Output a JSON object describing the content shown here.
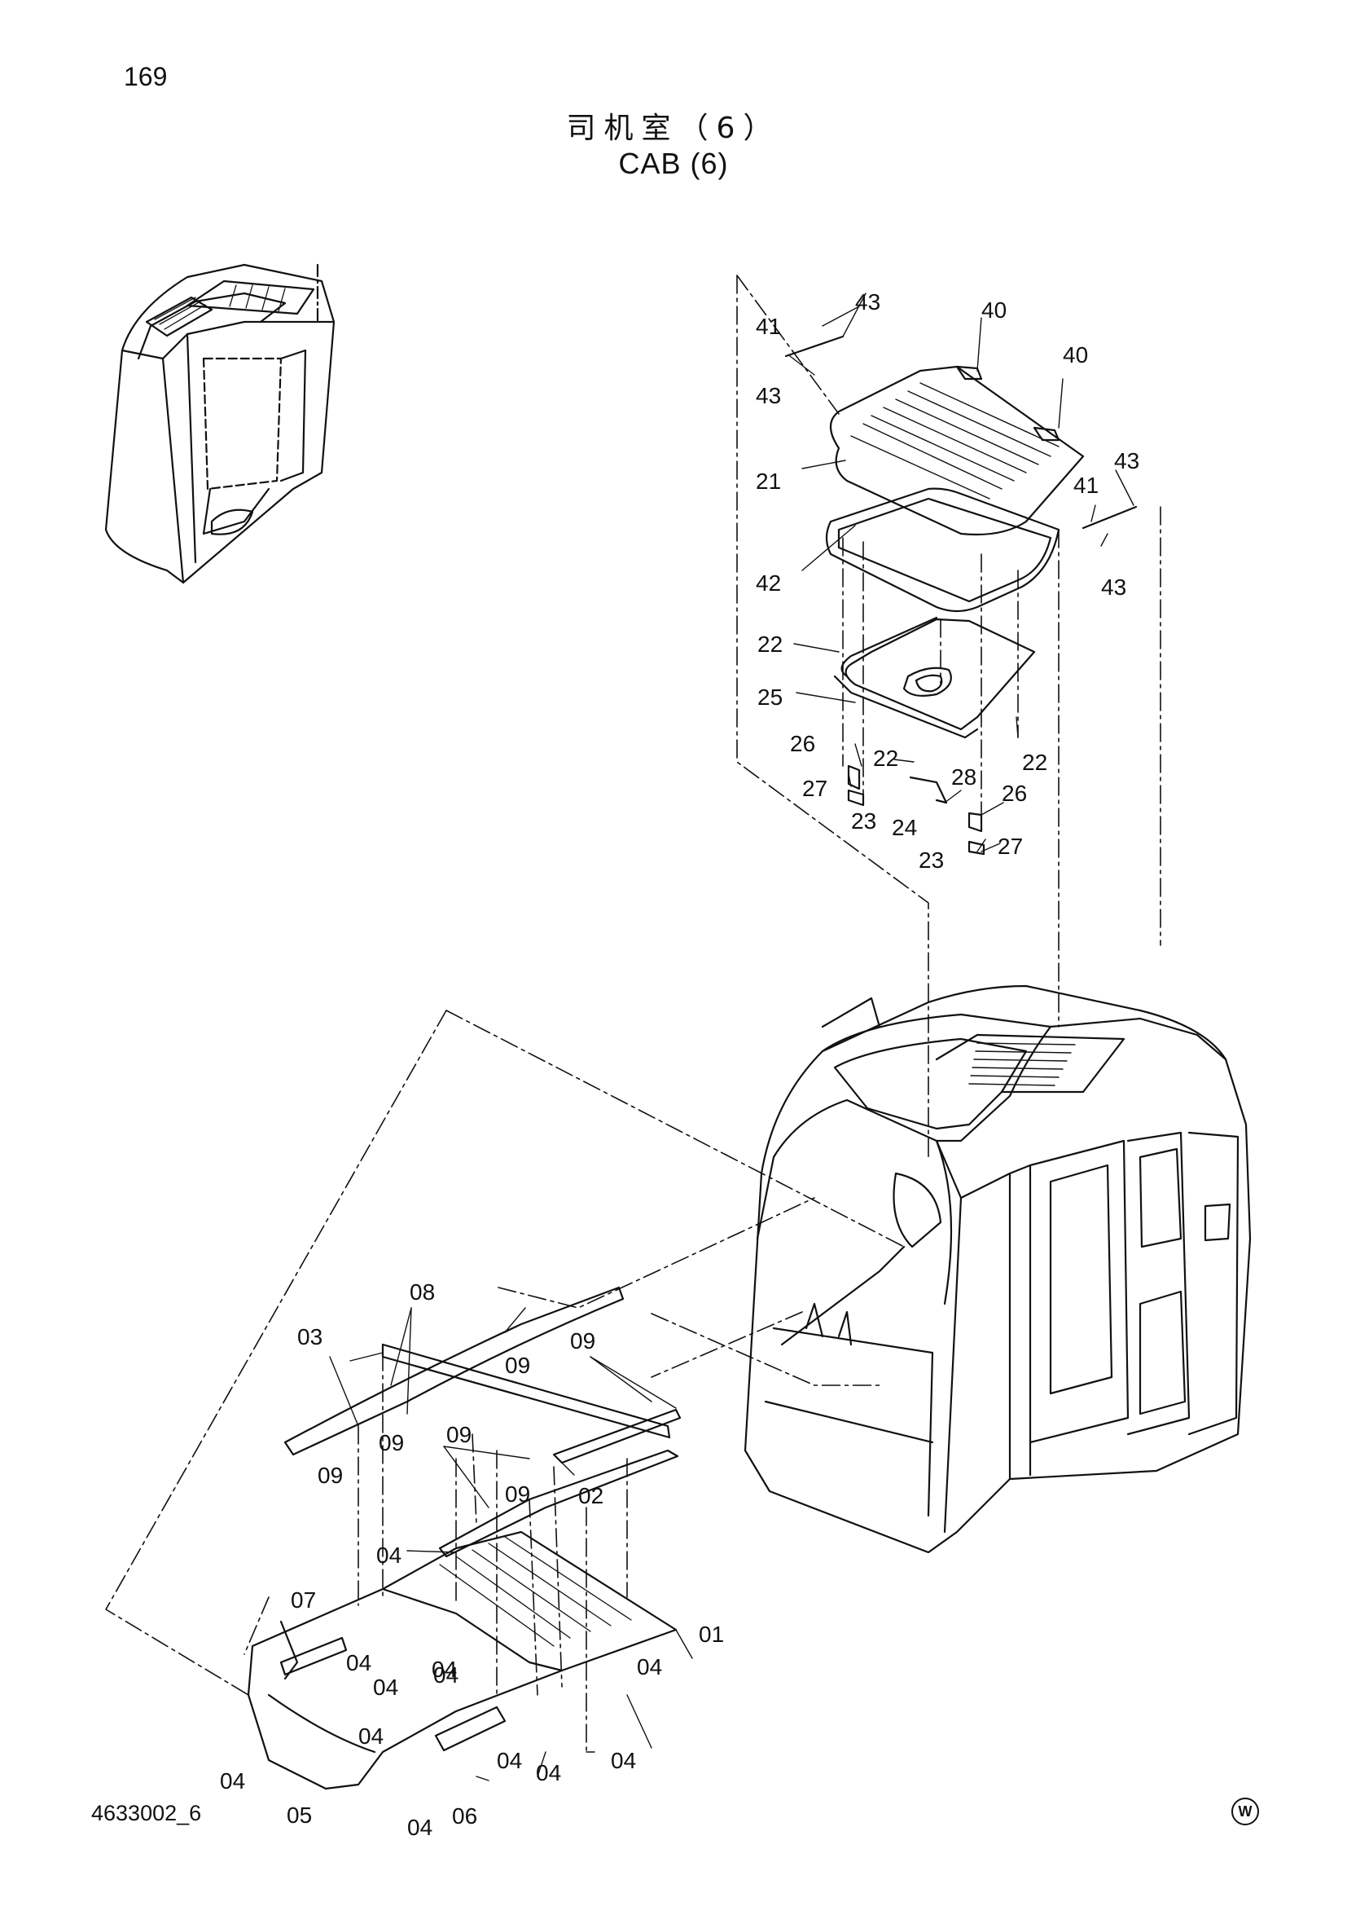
{
  "page": {
    "page_number": "169",
    "title_cn": "司机室（6）",
    "title_en": "CAB (6)",
    "drawing_code": "4633002_6",
    "corner_mark": "W"
  },
  "callouts": [
    {
      "id": "c01",
      "text": "01"
    },
    {
      "id": "c02",
      "text": "02"
    },
    {
      "id": "c03",
      "text": "03"
    },
    {
      "id": "c04a",
      "text": "04"
    },
    {
      "id": "c04b",
      "text": "04"
    },
    {
      "id": "c04c",
      "text": "04"
    },
    {
      "id": "c04d",
      "text": "04"
    },
    {
      "id": "c04e",
      "text": "04"
    },
    {
      "id": "c04f",
      "text": "04"
    },
    {
      "id": "c04g",
      "text": "04"
    },
    {
      "id": "c04h",
      "text": "04"
    },
    {
      "id": "c04i",
      "text": "04"
    },
    {
      "id": "c04j",
      "text": "04"
    },
    {
      "id": "c04k",
      "text": "04"
    },
    {
      "id": "c04l",
      "text": "04"
    },
    {
      "id": "c05",
      "text": "05"
    },
    {
      "id": "c06",
      "text": "06"
    },
    {
      "id": "c07",
      "text": "07"
    },
    {
      "id": "c08",
      "text": "08"
    },
    {
      "id": "c09a",
      "text": "09"
    },
    {
      "id": "c09b",
      "text": "09"
    },
    {
      "id": "c09c",
      "text": "09"
    },
    {
      "id": "c09d",
      "text": "09"
    },
    {
      "id": "c09e",
      "text": "09"
    },
    {
      "id": "c09f",
      "text": "09"
    },
    {
      "id": "c21",
      "text": "21"
    },
    {
      "id": "c22a",
      "text": "22"
    },
    {
      "id": "c22b",
      "text": "22"
    },
    {
      "id": "c22c",
      "text": "22"
    },
    {
      "id": "c23a",
      "text": "23"
    },
    {
      "id": "c23b",
      "text": "23"
    },
    {
      "id": "c24",
      "text": "24"
    },
    {
      "id": "c25",
      "text": "25"
    },
    {
      "id": "c26a",
      "text": "26"
    },
    {
      "id": "c26b",
      "text": "26"
    },
    {
      "id": "c27a",
      "text": "27"
    },
    {
      "id": "c27b",
      "text": "27"
    },
    {
      "id": "c28",
      "text": "28"
    },
    {
      "id": "c40a",
      "text": "40"
    },
    {
      "id": "c40b",
      "text": "40"
    },
    {
      "id": "c41a",
      "text": "41"
    },
    {
      "id": "c41b",
      "text": "41"
    },
    {
      "id": "c42",
      "text": "42"
    },
    {
      "id": "c43a",
      "text": "43"
    },
    {
      "id": "c43b",
      "text": "43"
    },
    {
      "id": "c43c",
      "text": "43"
    },
    {
      "id": "c43d",
      "text": "43"
    }
  ]
}
